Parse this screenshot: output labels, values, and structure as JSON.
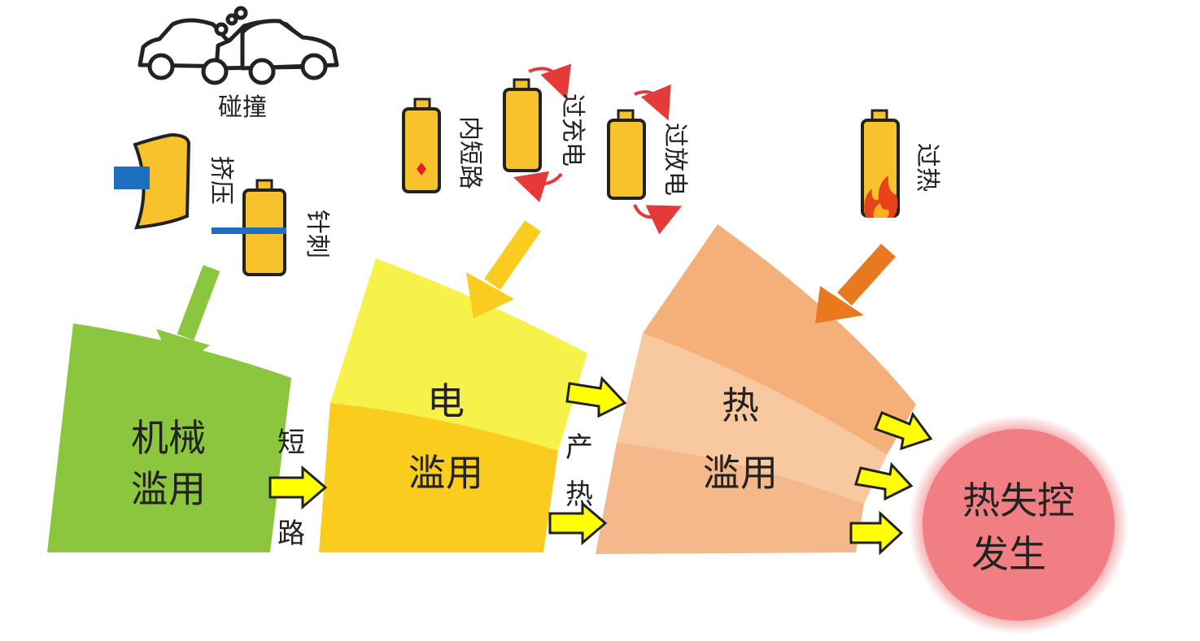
{
  "mechanical": {
    "title": [
      "机械",
      "滥用"
    ],
    "causes": {
      "collision": "碰撞",
      "crush": "挤压",
      "nail": "针刺"
    }
  },
  "electrical": {
    "title": [
      "电",
      "滥用"
    ],
    "causes": {
      "internal_short": "内短路",
      "overcharge": "过充电",
      "overdischarge": "过放电"
    }
  },
  "thermal": {
    "title": [
      "热",
      "滥用"
    ],
    "causes": {
      "overheat": "过热"
    }
  },
  "result": [
    "热失控",
    "发生"
  ],
  "links": {
    "short_circuit": [
      "短",
      "路"
    ],
    "heat_generation": [
      "产",
      "热"
    ]
  },
  "colors": {
    "mechanical": "#8cc63f",
    "electrical_top": "#f7f24a",
    "electrical_bottom": "#f9cc1e",
    "thermal_top": "#f5b07a",
    "thermal_mid": "#f8c9a1",
    "thermal_bottom": "#f5b88a",
    "result": "#f07e82",
    "battery": "#f8c22c",
    "arrow_yellow": "#ffff00"
  }
}
